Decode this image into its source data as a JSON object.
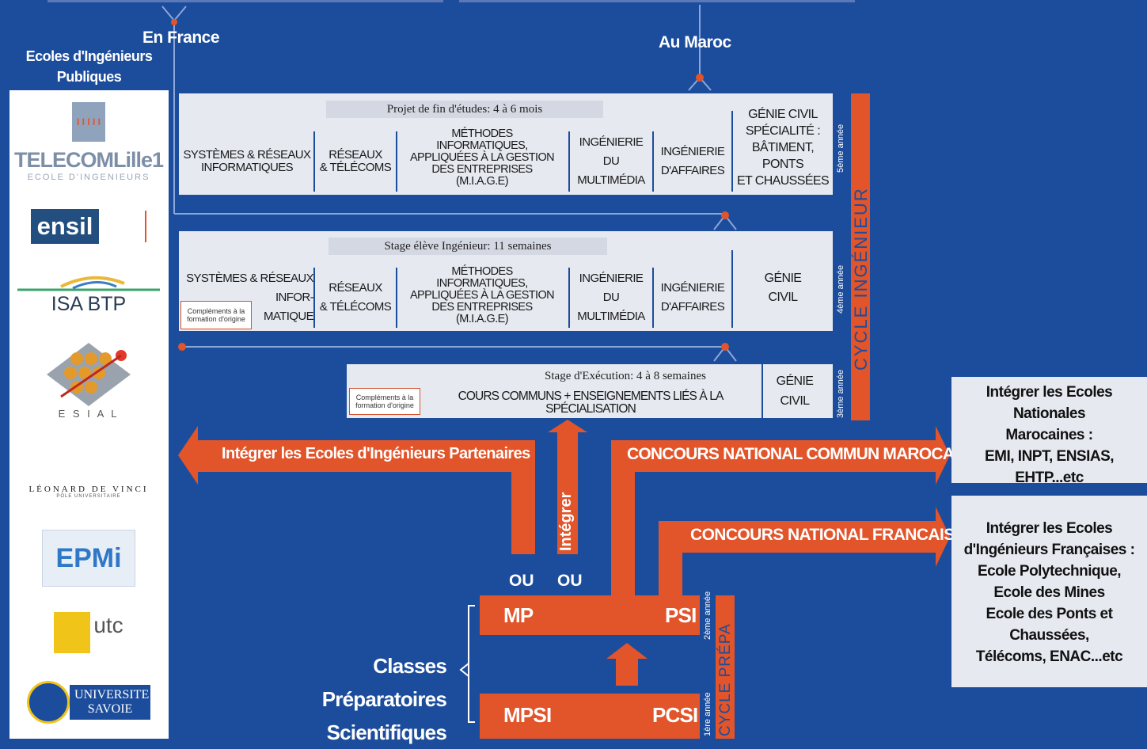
{
  "header": {
    "left_title": "Ecoles d'Ingénieurs\nPubliques",
    "france_label": "En France",
    "maroc_label": "Au Maroc"
  },
  "logos": {
    "telecom": "TELECOMLille1",
    "telecom_sub": "ECOLE D'INGENIEURS",
    "ensil": "ensil",
    "isa": "ISA BTP",
    "esial": "E S I A L",
    "leonard": "LÉONARD DE VINCI",
    "leonard_sub": "PÔLE UNIVERSITAIRE",
    "epmi": "EPMi",
    "utc": "utc",
    "savoie": "UNIVERSITE SAVOIE"
  },
  "year5": {
    "caption": "Projet de fin d'études: 4 à 6 mois",
    "cols": [
      "SYSTÈMES & RÉSEAUX\nINFORMATIQUES",
      "RÉSEAUX\n& TÉLÉCOMS",
      "MÉTHODES\nINFORMATIQUES,\nAPPLIQUÉES À LA GESTION\nDES ENTREPRISES\n(M.I.A.G.E)",
      "INGÉNIERIE\nDU\nMULTIMÉDIA",
      "INGÉNIERIE\nD'AFFAIRES",
      "GÉNIE CIVIL\nSPÉCIALITÉ :\nBÂTIMENT,\nPONTS\nET CHAUSSÉES"
    ],
    "year_label": "5ème année"
  },
  "year4": {
    "caption": "Stage élève Ingénieur: 11 semaines",
    "cols": [
      "SYSTÈMES & RÉSEAUX\nINFOR-\nMATIQUE",
      "RÉSEAUX\n& TÉLÉCOMS",
      "MÉTHODES\nINFORMATIQUES,\nAPPLIQUÉES À LA GESTION\nDES ENTREPRISES\n(M.I.A.G.E)",
      "INGÉNIERIE\nDU\nMULTIMÉDIA",
      "INGÉNIERIE\nD'AFFAIRES",
      "GÉNIE\nCIVIL"
    ],
    "complement": "Compléments à la\nformation d'origine",
    "year_label": "4ème année"
  },
  "year3": {
    "caption": "Stage d'Exécution: 4 à 8 semaines",
    "main": "COURS COMMUNS + ENSEIGNEMENTS LIÉS À LA SPÉCIALISATION",
    "civil": "GÉNIE\nCIVIL",
    "complement": "Compléments à la\nformation d'origine",
    "year_label": "3ème année"
  },
  "cycle_ingenieur": "CYCLE INGÉNIEUR",
  "cycle_prepa": "CYCLE PRÉPA",
  "arrows": {
    "partenaires": "Intégrer les Ecoles d'Ingénieurs Partenaires",
    "integrer": "Intégrer",
    "cnc": "CONCOURS NATIONAL COMMUN MAROCAIN",
    "cnf": "CONCOURS NATIONAL FRANCAIS",
    "ou1": "OU",
    "ou2": "OU"
  },
  "prepa": {
    "title": "Classes Préparatoires\nScientifiques",
    "mp": "MP",
    "psi": "PSI",
    "mpsi": "MPSI",
    "pcsi": "PCSI",
    "year2": "2ème année",
    "year1": "1ère année"
  },
  "right": {
    "maroc": "Intégrer les Ecoles Nationales\nMarocaines :\nEMI, INPT, ENSIAS,\nEHTP...etc",
    "france": "Intégrer les Ecoles\nd'Ingénieurs Françaises :\nEcole Polytechnique,\nEcole des Mines\nEcole des Ponts et Chaussées,\nTélécoms, ENAC...etc"
  },
  "colors": {
    "background": "#1c4d9c",
    "accent": "#e2542a",
    "panel": "#e6e9f0"
  }
}
